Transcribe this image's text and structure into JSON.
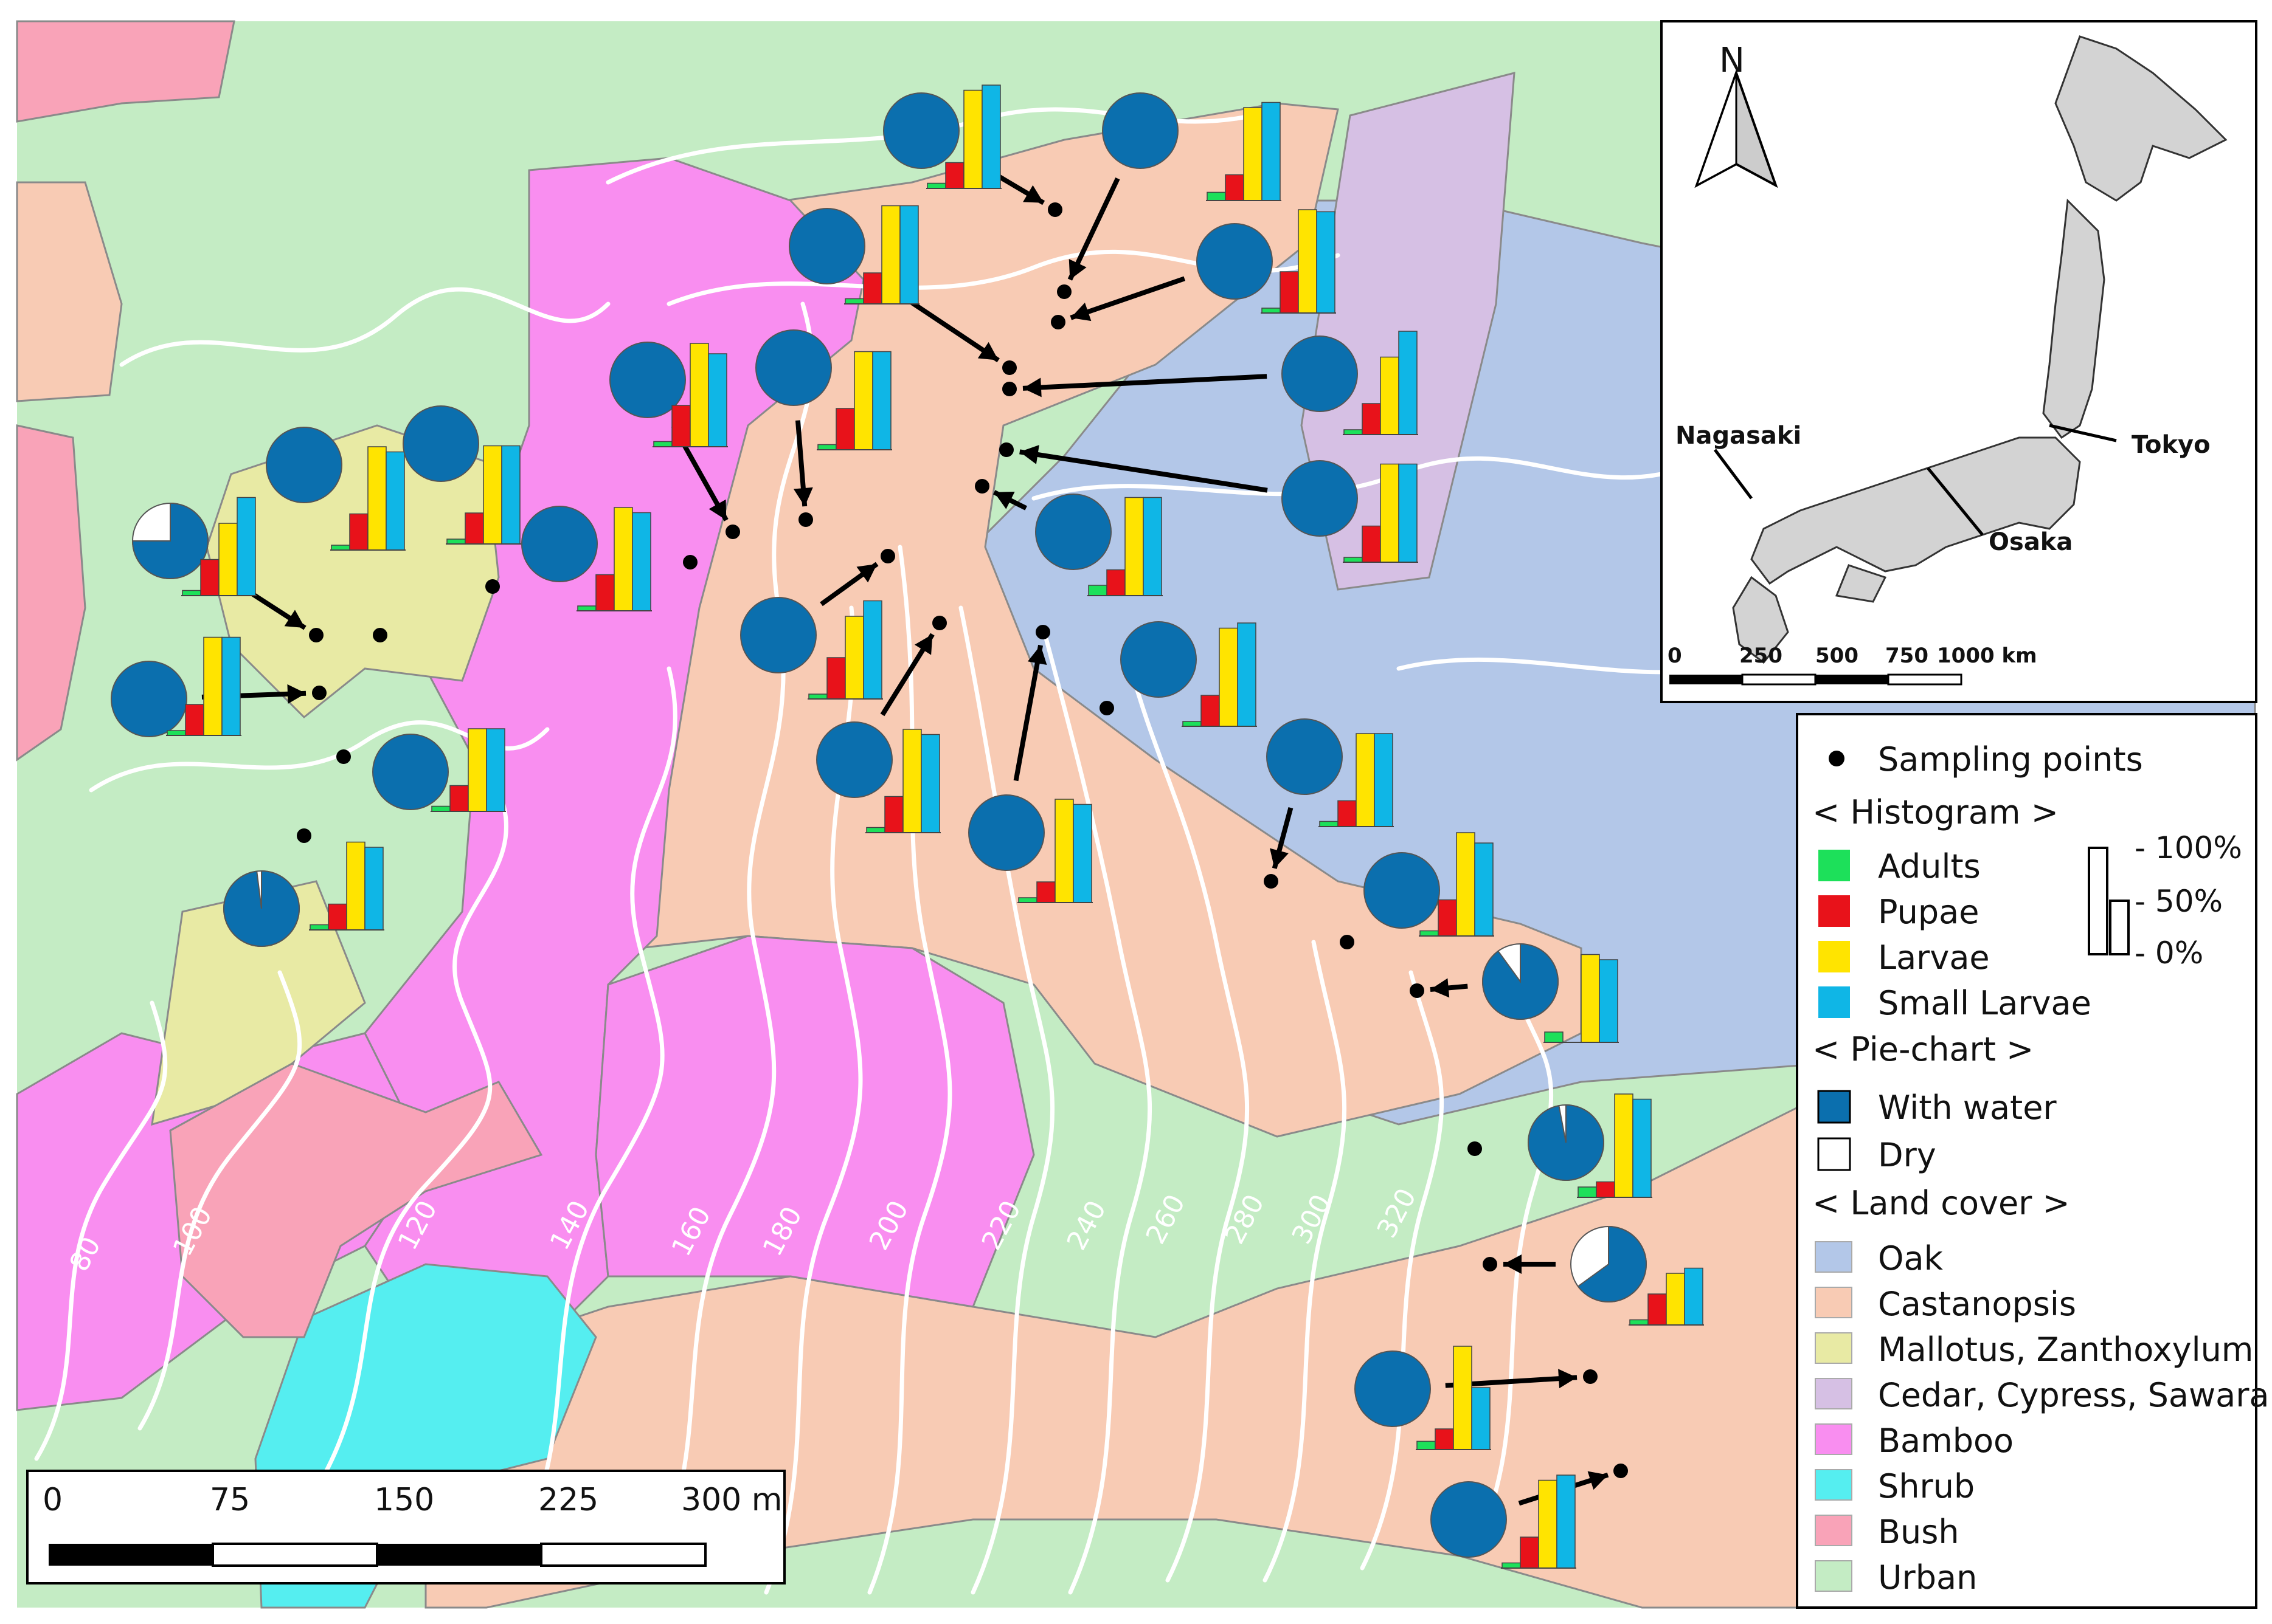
{
  "legend": {
    "sampling_points": "Sampling points",
    "histogram_heading": "< Histogram >",
    "histogram_items": [
      {
        "label": "Adults",
        "color": "#1de05a"
      },
      {
        "label": "Pupae",
        "color": "#e8121a"
      },
      {
        "label": "Larvae",
        "color": "#ffe400"
      },
      {
        "label": "Small Larvae",
        "color": "#0fb6e6"
      }
    ],
    "histogram_scale": [
      "100%",
      "50%",
      "0%"
    ],
    "pie_heading": "< Pie-chart >",
    "pie_items": [
      {
        "label": "With water",
        "color": "#0b6fae"
      },
      {
        "label": "Dry",
        "color": "#ffffff"
      }
    ],
    "landcover_heading": "< Land cover >",
    "landcover_items": [
      {
        "label": "Oak",
        "color": "#b3c7e8"
      },
      {
        "label": "Castanopsis",
        "color": "#f8cbb4"
      },
      {
        "label": "Mallotus, Zanthoxylum",
        "color": "#e8eaa4"
      },
      {
        "label": "Cedar, Cypress, Sawara",
        "color": "#d6c0e4"
      },
      {
        "label": "Bamboo",
        "color": "#f98ef0"
      },
      {
        "label": "Shrub",
        "color": "#55eef0"
      },
      {
        "label": "Bush",
        "color": "#f9a3b8"
      },
      {
        "label": "Urban",
        "color": "#c4ecc4"
      }
    ]
  },
  "scale_bar": {
    "ticks": [
      "0",
      "75",
      "150",
      "225",
      "300 m"
    ]
  },
  "contour_labels": [
    "80",
    "100",
    "120",
    "140",
    "160",
    "180",
    "200",
    "220",
    "240",
    "260",
    "280",
    "300",
    "320"
  ],
  "inset": {
    "north_label": "N",
    "places": [
      "Nagasaki",
      "Tokyo",
      "Osaka"
    ],
    "scale_ticks": [
      "0",
      "250",
      "500",
      "750",
      "1000 km"
    ]
  },
  "sites": [
    {
      "id": 1,
      "water": 1.0,
      "adults": 0.05,
      "pupae": 0.25,
      "larvae": 0.95,
      "small": 1.0
    },
    {
      "id": 2,
      "water": 1.0,
      "adults": 0.08,
      "pupae": 0.25,
      "larvae": 0.9,
      "small": 0.95
    },
    {
      "id": 3,
      "water": 1.0,
      "adults": 0.05,
      "pupae": 0.3,
      "larvae": 0.95,
      "small": 0.95
    },
    {
      "id": 4,
      "water": 1.0,
      "adults": 0.03,
      "pupae": 0.4,
      "larvae": 1.0,
      "small": 0.98
    },
    {
      "id": 5,
      "water": 1.0,
      "adults": 0.05,
      "pupae": 0.4,
      "larvae": 1.0,
      "small": 0.9
    },
    {
      "id": 6,
      "water": 1.0,
      "adults": 0.05,
      "pupae": 0.4,
      "larvae": 0.95,
      "small": 0.95
    },
    {
      "id": 7,
      "water": 1.0,
      "adults": 0.03,
      "pupae": 0.3,
      "larvae": 0.75,
      "small": 1.0
    },
    {
      "id": 8,
      "water": 1.0,
      "adults": 0.03,
      "pupae": 0.35,
      "larvae": 0.95,
      "small": 0.95
    },
    {
      "id": 9,
      "water": 1.0,
      "adults": 0.03,
      "pupae": 0.35,
      "larvae": 1.0,
      "small": 0.95
    },
    {
      "id": 10,
      "water": 1.0,
      "adults": 0.03,
      "pupae": 0.3,
      "larvae": 0.95,
      "small": 0.95
    },
    {
      "id": 11,
      "water": 0.75,
      "adults": 0.05,
      "pupae": 0.35,
      "larvae": 0.7,
      "small": 0.95
    },
    {
      "id": 12,
      "water": 1.0,
      "adults": 0.03,
      "pupae": 0.35,
      "larvae": 1.0,
      "small": 0.95
    },
    {
      "id": 13,
      "water": 1.0,
      "adults": 0.02,
      "pupae": 0.4,
      "larvae": 0.8,
      "small": 0.95
    },
    {
      "id": 14,
      "water": 1.0,
      "adults": 0.1,
      "pupae": 0.25,
      "larvae": 0.95,
      "small": 0.95
    },
    {
      "id": 15,
      "water": 1.0,
      "adults": 0.0,
      "pupae": 0.3,
      "larvae": 0.95,
      "small": 0.95
    },
    {
      "id": 16,
      "water": 1.0,
      "adults": 0.05,
      "pupae": 0.25,
      "larvae": 0.8,
      "small": 0.8
    },
    {
      "id": 17,
      "water": 1.0,
      "adults": 0.03,
      "pupae": 0.3,
      "larvae": 0.95,
      "small": 1.0
    },
    {
      "id": 18,
      "water": 1.0,
      "adults": 0.05,
      "pupae": 0.25,
      "larvae": 0.9,
      "small": 0.9
    },
    {
      "id": 19,
      "water": 1.0,
      "adults": 0.05,
      "pupae": 0.35,
      "larvae": 1.0,
      "small": 0.95
    },
    {
      "id": 20,
      "water": 1.0,
      "adults": 0.03,
      "pupae": 0.2,
      "larvae": 1.0,
      "small": 0.95
    },
    {
      "id": 21,
      "water": 0.98,
      "adults": 0.05,
      "pupae": 0.25,
      "larvae": 0.85,
      "small": 0.8
    },
    {
      "id": 22,
      "water": 1.0,
      "adults": 0.05,
      "pupae": 0.35,
      "larvae": 1.0,
      "small": 0.9
    },
    {
      "id": 23,
      "water": 0.9,
      "adults": 0.1,
      "pupae": 0.0,
      "larvae": 0.85,
      "small": 0.8
    },
    {
      "id": 24,
      "water": 0.97,
      "adults": 0.1,
      "pupae": 0.15,
      "larvae": 1.0,
      "small": 0.95
    },
    {
      "id": 25,
      "water": 1.0,
      "adults": 0.08,
      "pupae": 0.2,
      "larvae": 1.0,
      "small": 0.6
    },
    {
      "id": 26,
      "water": 0.65,
      "adults": 0.05,
      "pupae": 0.3,
      "larvae": 0.5,
      "small": 0.55
    },
    {
      "id": 27,
      "water": 1.0,
      "adults": 0.05,
      "pupae": 0.3,
      "larvae": 0.85,
      "small": 0.9
    }
  ]
}
